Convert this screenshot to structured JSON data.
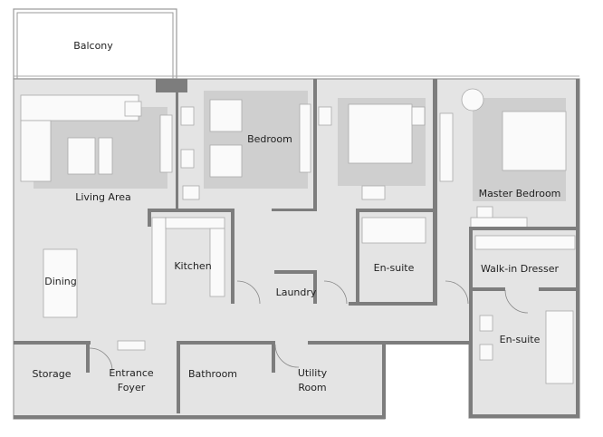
{
  "plan": {
    "colors": {
      "floor": "#e4e4e4",
      "rug": "#cfcfcf",
      "wall": "#7d7d7d",
      "furniture": "#fafafa"
    },
    "rooms": [
      {
        "id": "balcony",
        "lines": [
          "Balcony"
        ]
      },
      {
        "id": "living-area",
        "lines": [
          "Living Area"
        ]
      },
      {
        "id": "bedroom",
        "lines": [
          "Bedroom"
        ]
      },
      {
        "id": "master-bedroom",
        "lines": [
          "Master Bedroom"
        ]
      },
      {
        "id": "kitchen",
        "lines": [
          "Kitchen"
        ]
      },
      {
        "id": "dining",
        "lines": [
          "Dining"
        ]
      },
      {
        "id": "en-suite-1",
        "lines": [
          "En-suite"
        ]
      },
      {
        "id": "walk-in-dresser",
        "lines": [
          "Walk-in Dresser"
        ]
      },
      {
        "id": "laundry",
        "lines": [
          "Laundry"
        ]
      },
      {
        "id": "en-suite-2",
        "lines": [
          "En-suite"
        ]
      },
      {
        "id": "storage",
        "lines": [
          "Storage"
        ]
      },
      {
        "id": "entrance-foyer",
        "lines": [
          "Entrance",
          "Foyer"
        ]
      },
      {
        "id": "bathroom",
        "lines": [
          "Bathroom"
        ]
      },
      {
        "id": "utility-room",
        "lines": [
          "Utility",
          "Room"
        ]
      }
    ]
  }
}
